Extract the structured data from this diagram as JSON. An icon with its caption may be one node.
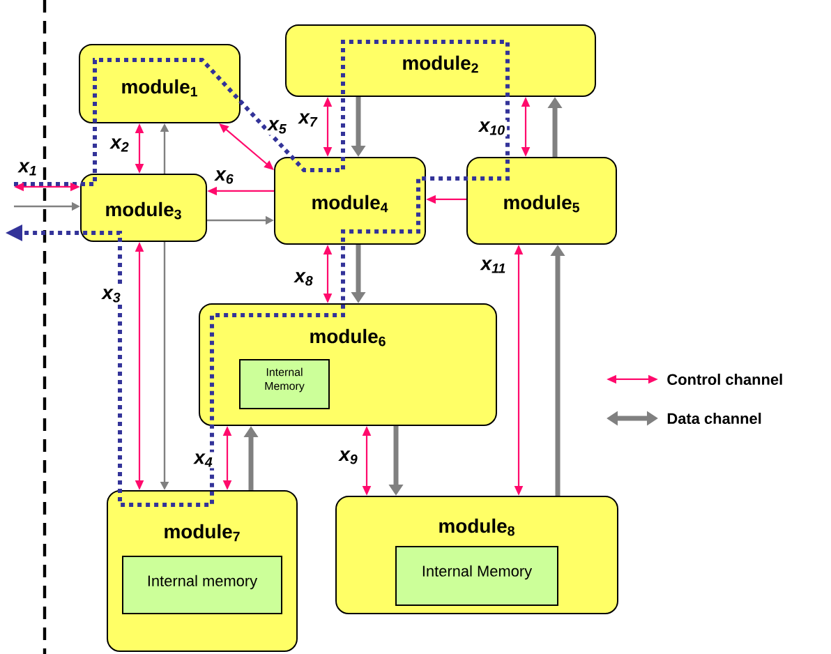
{
  "diagram": {
    "nodes": [
      {
        "text": [
          "module$_{1}$"
        ]
      },
      {
        "text": [
          "module$_{2}$"
        ]
      },
      {
        "text": [
          "module$_{3}$"
        ]
      },
      {
        "text": [
          "module$_{4}$"
        ]
      },
      {
        "text": [
          "module$_{5}$"
        ]
      },
      {
        "text": [
          "module$_{6}$"
        ]
      },
      {
        "text": [
          "Internal Memory"
        ],
        "in": 5
      },
      {
        "text": [
          "module$_{7}$"
        ]
      },
      {
        "text": [
          "Internal memory"
        ],
        "in": 7
      },
      {
        "text": [
          "module$_{8}$"
        ]
      },
      {
        "text": [
          "Internal Memory"
        ],
        "in": 9
      }
    ],
    "edges": [
      {
        "from": null,
        "to": 2,
        "arrow": "both",
        "label": "x$_{1}$"
      },
      {
        "from": null,
        "to": 2,
        "arrow": "to",
        "color": "#808080"
      },
      {
        "from": 2,
        "to": 0,
        "arrow": "both",
        "label": "x$_{2}$"
      },
      {
        "from": 7,
        "to": 2,
        "arrow": "both",
        "label": "x$_{3}$"
      },
      {
        "from": 2,
        "to": 3,
        "arrow": "to",
        "color": "#808080"
      },
      {
        "from": 2,
        "to": 0,
        "arrow": "to",
        "color": "#808080"
      },
      {
        "from": 2,
        "to": 7,
        "arrow": "to",
        "color": "#808080"
      },
      {
        "from": 0,
        "to": 3,
        "arrow": "both",
        "label": "x$_{5}$"
      },
      {
        "from": 3,
        "to": 2,
        "arrow": "to",
        "label": "x$_{6}$"
      },
      {
        "from": 1,
        "to": 3,
        "arrow": "both",
        "label": "x$_{7}$"
      },
      {
        "from": 1,
        "to": 3,
        "arrow": "to",
        "style": "thick",
        "color": "#808080"
      },
      {
        "from": 3,
        "to": 5,
        "arrow": "both",
        "label": "x$_{8}$"
      },
      {
        "from": 3,
        "to": 5,
        "arrow": "to",
        "style": "thick",
        "color": "#808080"
      },
      {
        "from": 7,
        "to": 5,
        "arrow": "both",
        "label": "x$_{4}$"
      },
      {
        "from": 7,
        "to": 5,
        "arrow": "to",
        "style": "thick",
        "color": "#808080"
      },
      {
        "from": 5,
        "to": 9,
        "arrow": "both",
        "label": "x$_{9}$"
      },
      {
        "from": 5,
        "to": 9,
        "arrow": "to",
        "style": "thick",
        "color": "#808080"
      },
      {
        "from": 1,
        "to": 4,
        "arrow": "both",
        "label": "x$_{10}$"
      },
      {
        "from": 9,
        "to": 4,
        "arrow": "both",
        "label": "x$_{11}$"
      },
      {
        "from": 9,
        "to": 4,
        "arrow": "to",
        "style": "thick",
        "color": "#808080"
      },
      {
        "from": 4,
        "to": 1,
        "arrow": "to",
        "style": "thick",
        "color": "#808080"
      },
      {
        "from": 4,
        "to": 3,
        "arrow": "to"
      }
    ],
    "legend": [
      {
        "text": "Control channel"
      },
      {
        "text": "Data channel"
      }
    ]
  }
}
